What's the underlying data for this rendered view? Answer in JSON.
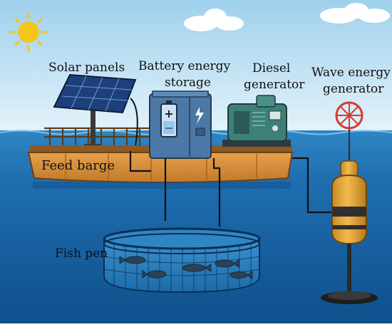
{
  "labels": {
    "solar": "Solar panels",
    "battery_line1": "Battery energy",
    "battery_line2": "storage",
    "diesel_line1": "Diesel",
    "diesel_line2": "generator",
    "wave_line1": "Wave energy",
    "wave_line2": "generator",
    "barge": "Feed barge",
    "pen": "Fish pen"
  },
  "icons": [
    "sun-icon",
    "cloud-icon",
    "solar-panel-icon",
    "battery-icon",
    "lightning-icon",
    "diesel-generator-icon",
    "wave-rotor-icon",
    "buoy-icon",
    "fish-icon",
    "net-pen-icon"
  ],
  "colors": {
    "sky_top": "#9fd0ec",
    "sky_bottom": "#e3f3fb",
    "sea_surface": "#2f86c4",
    "sea_deep": "#0f4f8c",
    "barge_hull": "#d9903a",
    "barge_deck": "#8c5a22",
    "battery": "#4b78a6",
    "generator": "#3f7f7a",
    "buoy": "#e6a83a",
    "rotor": "#d83a2e",
    "sun": "#f6c519",
    "cable": "#111111"
  }
}
